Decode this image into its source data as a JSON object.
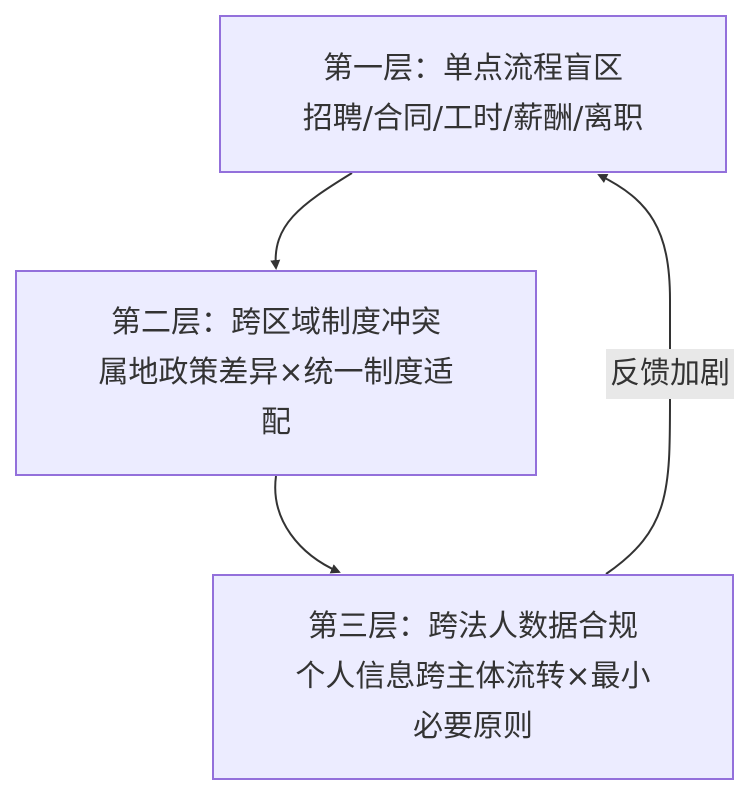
{
  "diagram": {
    "nodes": [
      {
        "id": "layer-1",
        "lines": [
          "第一层：单点流程盲区",
          "招聘/合同/工时/薪酬/离职"
        ]
      },
      {
        "id": "layer-2",
        "lines": [
          "第二层：跨区域制度冲突",
          "属地政策差异×统一制度适",
          "配"
        ]
      },
      {
        "id": "layer-3",
        "lines": [
          "第三层：跨法人数据合规",
          "个人信息跨主体流转×最小",
          "必要原则"
        ]
      }
    ],
    "edge_label": "反馈加剧",
    "colors": {
      "node_fill": "#ececff",
      "node_border": "#9370db",
      "edge": "#333333",
      "label_bg": "#e8e8e8",
      "text": "#333333"
    }
  }
}
